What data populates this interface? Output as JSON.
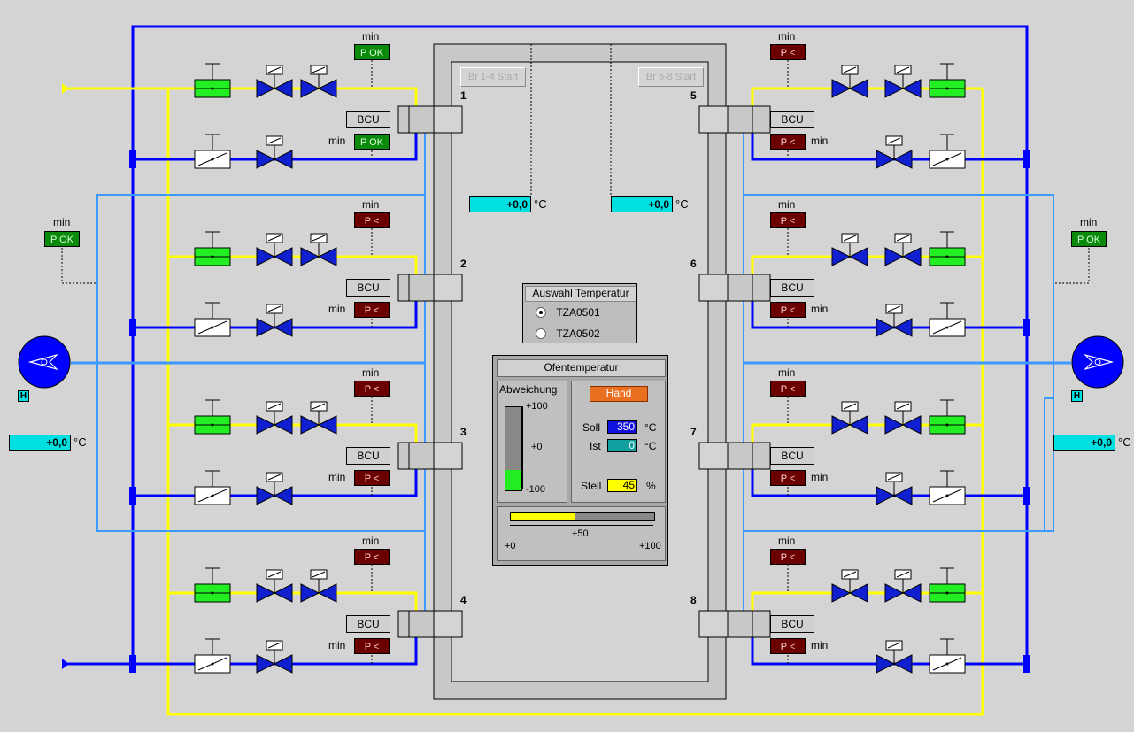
{
  "colors": {
    "gas_line": "#ffff00",
    "air_line": "#0000ff",
    "air_branch": "#3a9aff",
    "valve_blue": "#1020d0",
    "valve_green": "#22ee22",
    "temp_display": "#00e0e0",
    "p_ok": "#0a8a0a",
    "p_low": "#6b0000",
    "hand_button": "#e87020"
  },
  "furnace": {
    "start_left": "Br 1-4 Start",
    "start_right": "Br 5-8 Start",
    "zone_temp_left": "+0,0",
    "zone_temp_right": "+0,0",
    "unit": "°C"
  },
  "burners": {
    "left": [
      {
        "num": "1",
        "bcu": "BCU",
        "p1": "P OK",
        "p2": "P OK"
      },
      {
        "num": "2",
        "bcu": "BCU",
        "p1": "P <",
        "p2": "P <"
      },
      {
        "num": "3",
        "bcu": "BCU",
        "p1": "P <",
        "p2": "P <"
      },
      {
        "num": "4",
        "bcu": "BCU",
        "p1": "P <",
        "p2": "P <"
      }
    ],
    "right": [
      {
        "num": "5",
        "bcu": "BCU",
        "p1": "P <",
        "p2": "P <"
      },
      {
        "num": "6",
        "bcu": "BCU",
        "p1": "P <",
        "p2": "P <"
      },
      {
        "num": "7",
        "bcu": "BCU",
        "p1": "P <",
        "p2": "P <"
      },
      {
        "num": "8",
        "bcu": "BCU",
        "p1": "P <",
        "p2": "P <"
      }
    ],
    "min_label": "min"
  },
  "fans": {
    "left": {
      "mode": "H",
      "p_label": "P OK",
      "min": "min",
      "temp": "+0,0",
      "unit": "°C"
    },
    "right": {
      "mode": "H",
      "p_label": "P OK",
      "min": "min",
      "temp": "+0,0",
      "unit": "°C"
    }
  },
  "temp_select": {
    "title": "Auswahl Temperatur",
    "options": [
      "TZA0501",
      "TZA0502"
    ],
    "selected": "TZA0501"
  },
  "oven": {
    "title": "Ofentemperatur",
    "deviation_label": "Abweichung",
    "dev_ticks": [
      "+100",
      "+0",
      "-100"
    ],
    "deviation_percent": -50,
    "mode_button": "Hand",
    "soll_label": "Soll",
    "soll_value": "350",
    "soll_unit": "°C",
    "ist_label": "Ist",
    "ist_value": "0",
    "ist_unit": "°C",
    "stell_label": "Stell",
    "stell_value": "45",
    "stell_unit": "%",
    "stell_percent": 45,
    "bar_ticks": [
      "+0",
      "+50",
      "+100"
    ]
  }
}
